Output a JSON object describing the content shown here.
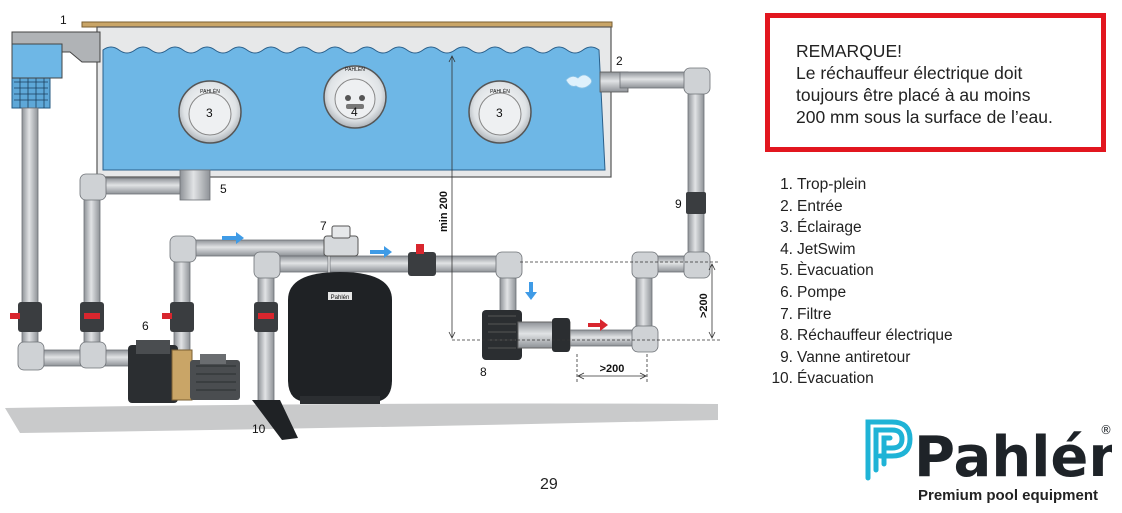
{
  "note": {
    "lines": [
      "REMARQUE!",
      "Le réchauffeur électrique doit",
      "toujours être placé à au moins",
      "200 mm sous la surface de l’eau."
    ]
  },
  "legend": [
    {
      "num": "1.",
      "text": "Trop-plein"
    },
    {
      "num": "2.",
      "text": "Entrée"
    },
    {
      "num": "3.",
      "text": "Éclairage"
    },
    {
      "num": "4.",
      "text": "JetSwim"
    },
    {
      "num": "5.",
      "text": "Èvacuation"
    },
    {
      "num": "6.",
      "text": "Pompe"
    },
    {
      "num": "7.",
      "text": "Filtre"
    },
    {
      "num": "8.",
      "text": "Réchauffeur électrique"
    },
    {
      "num": "9.",
      "text": "Vanne antiretour"
    },
    {
      "num": "10.",
      "text": "Évacuation"
    }
  ],
  "diagram": {
    "callouts": [
      "1",
      "2",
      "3",
      "3",
      "4",
      "5",
      "6",
      "7",
      "8",
      "9",
      "10"
    ],
    "dimensions": {
      "min_depth": "min 200",
      "height_min": ">200",
      "distance_min": ">200"
    },
    "lamp_brand": "PAHLÉN",
    "filter_brand": "Pahlén"
  },
  "page_number": "29",
  "brand": {
    "logo_text": "Pahlén",
    "registered": "®",
    "tagline": "Premium pool equipment"
  },
  "colors": {
    "note_border": "#e2161f",
    "water": "#6eb7e6",
    "pipe": "#b8bcc0",
    "valve": "#d8262e",
    "flow_arrow_blue": "#3f9be6",
    "flow_arrow_red": "#d8262e",
    "logo_blue": "#1fb3d6",
    "logo_dark": "#1e2328"
  }
}
